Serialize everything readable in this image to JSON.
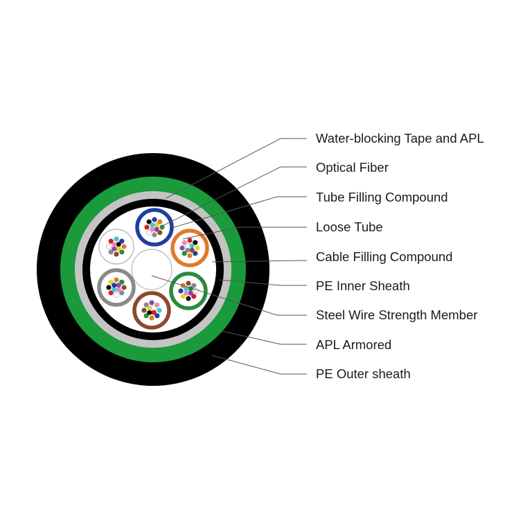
{
  "labels": [
    "Water-blocking Tape and APL",
    "Optical Fiber",
    "Tube Filling Compound",
    "Loose Tube",
    "Cable Filling Compound",
    "PE Inner Sheath",
    "Steel Wire Strength Member",
    "APL Armored",
    "PE Outer sheath"
  ],
  "colors": {
    "outer_sheath": "#000000",
    "armor_green": "#1b9a3c",
    "tape_gray": "#c4c4c4",
    "inner_sheath": "#000000",
    "filling": "#ffffff",
    "leader": "#555555",
    "tube_colors": [
      "#1f3f9e",
      "#e07a2a",
      "#2a8a3c",
      "#8a4b2a",
      "#8a8a8a",
      "#ffffff"
    ],
    "fiber_colors": [
      "#1f3f9e",
      "#e07a2a",
      "#2a8a3c",
      "#8a4b2a",
      "#8a8a8a",
      "#ffffff",
      "#d21f1f",
      "#111111",
      "#e5d32b",
      "#8e44ad",
      "#e88bb8",
      "#3ec7d8"
    ]
  }
}
